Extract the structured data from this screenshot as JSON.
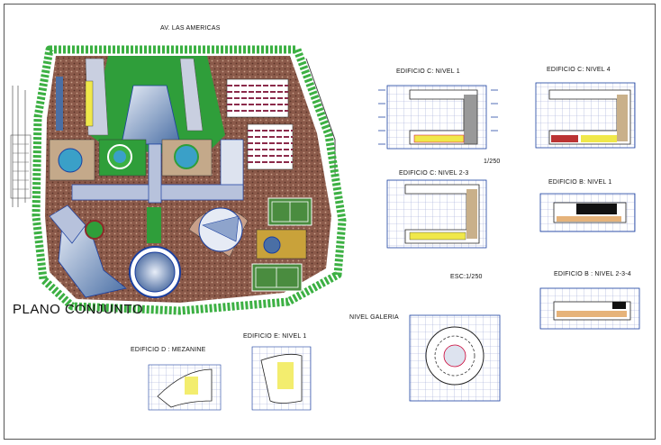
{
  "drawing": {
    "street_label": "AV. LAS AMERICAS",
    "site_plan_title": "PLANO CONJUNTO",
    "views": [
      {
        "id": "c1",
        "title": "EDIFICIO C: NIVEL 1"
      },
      {
        "id": "c4",
        "title": "EDIFICIO C: NIVEL 4"
      },
      {
        "id": "c23",
        "title": "EDIFICIO C: NIVEL 2-3"
      },
      {
        "id": "b1",
        "title": "EDIFICIO B: NIVEL 1"
      },
      {
        "id": "b234",
        "title": "EDIFICIO B : NIVEL 2-3-4"
      },
      {
        "id": "gal",
        "title": "NIVEL GALERIA"
      },
      {
        "id": "d",
        "title": "EDIFICIO D : MEZANINE"
      },
      {
        "id": "e1",
        "title": "EDIFICIO E: NIVEL 1"
      }
    ],
    "scales": {
      "scale_a": "1/250",
      "scale_b": "ESC:1/250"
    },
    "colors": {
      "lawn": "#2f9e3a",
      "tree": "#3cb043",
      "paving": "#8b5a4a",
      "roof_blue": "#4a6fa5",
      "court": "#4a8c3f",
      "outline": "#1a3fa0"
    }
  }
}
